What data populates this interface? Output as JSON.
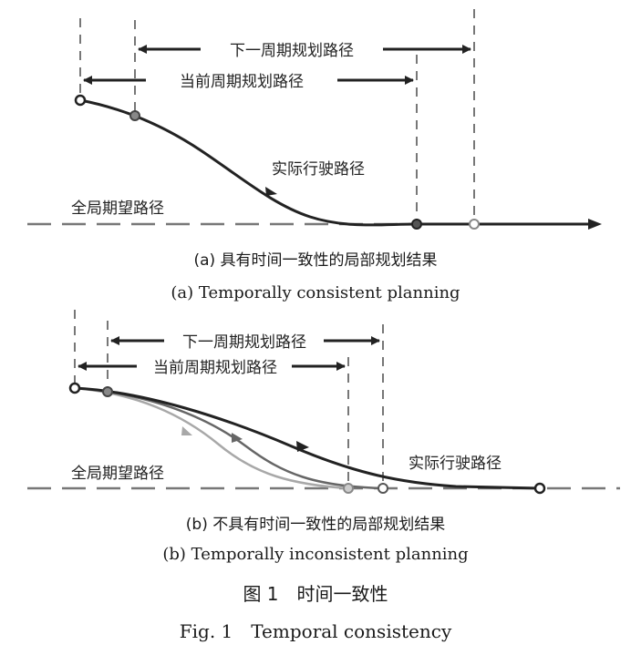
{
  "colors": {
    "line": "#222222",
    "dash": "#777777",
    "light": "#999999",
    "mid": "#666666"
  },
  "panel_a": {
    "label_next": "下一周期规划路径",
    "label_current": "当前周期规划路径",
    "label_actual": "实际行驶路径",
    "label_global": "全局期望路径",
    "caption_cn": "(a) 具有时间一致性的局部规划结果",
    "caption_en": "(a) Temporally consistent planning"
  },
  "panel_b": {
    "label_next": "下一周期规划路径",
    "label_current": "当前周期规划路径",
    "label_actual": "实际行驶路径",
    "label_global": "全局期望路径",
    "caption_cn": "(b) 不具有时间一致性的局部规划结果",
    "caption_en": "(b) Temporally inconsistent planning"
  },
  "figure": {
    "caption_cn": "图 1　时间一致性",
    "caption_en": "Fig. 1　Temporal consistency"
  }
}
